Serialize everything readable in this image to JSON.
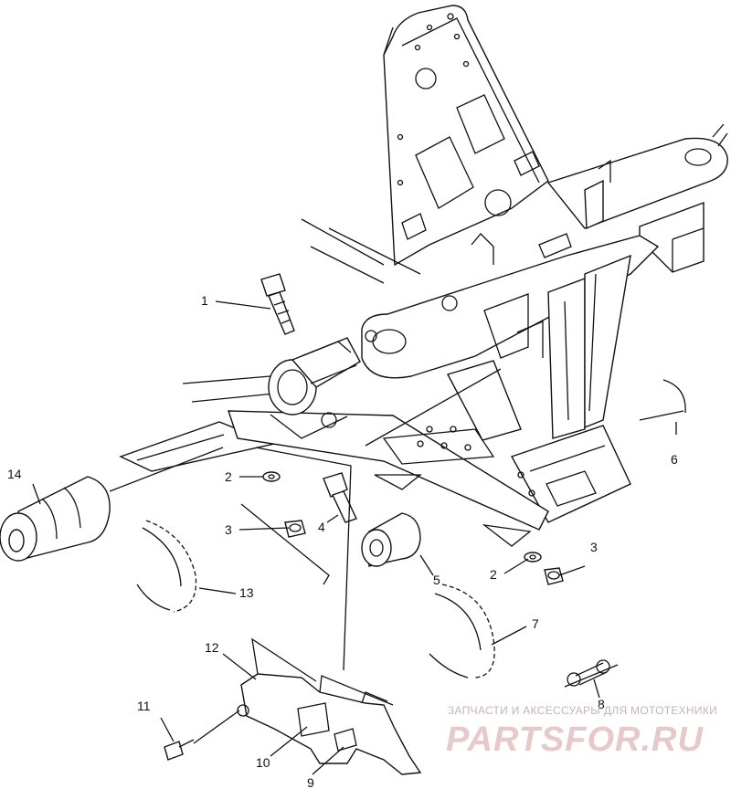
{
  "callouts": [
    {
      "id": "c1",
      "text": "1"
    },
    {
      "id": "c2a",
      "text": "2"
    },
    {
      "id": "c2b",
      "text": "2"
    },
    {
      "id": "c3a",
      "text": "3"
    },
    {
      "id": "c3b",
      "text": "3"
    },
    {
      "id": "c4",
      "text": "4"
    },
    {
      "id": "c5",
      "text": "5"
    },
    {
      "id": "c6",
      "text": "6"
    },
    {
      "id": "c7",
      "text": "7"
    },
    {
      "id": "c8",
      "text": "8"
    },
    {
      "id": "c9",
      "text": "9"
    },
    {
      "id": "c10",
      "text": "10"
    },
    {
      "id": "c11",
      "text": "11"
    },
    {
      "id": "c12",
      "text": "12"
    },
    {
      "id": "c13",
      "text": "13"
    },
    {
      "id": "c14",
      "text": "14"
    }
  ],
  "watermark": {
    "tagline": "ЗАПЧАСТИ И АКСЕССУАРЫ ДЛЯ МОТОТЕХНИКИ",
    "brand": "PARTSFOR.RU"
  },
  "colors": {
    "ink": "#111111",
    "watermark": "#e7c9c9"
  }
}
